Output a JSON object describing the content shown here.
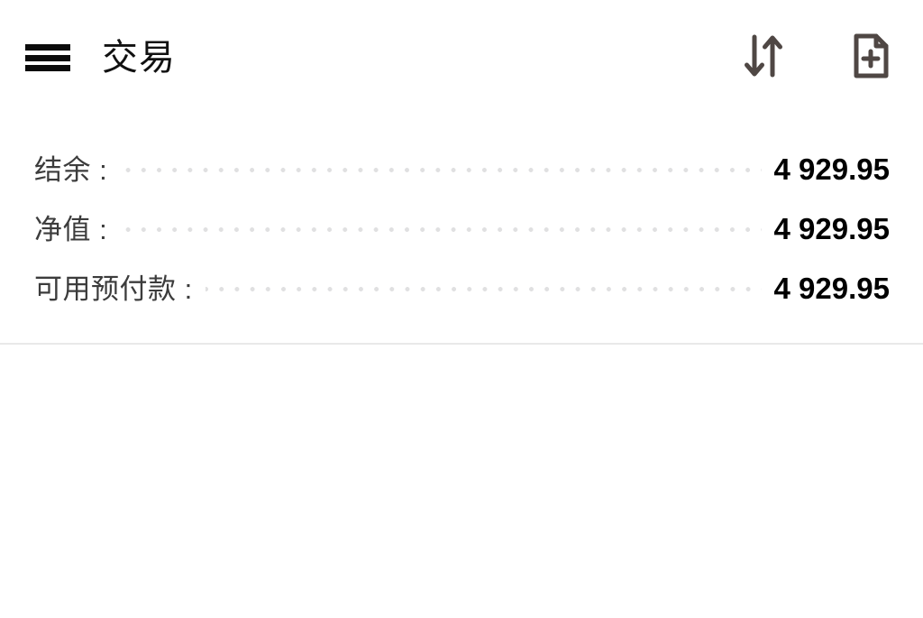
{
  "app": {
    "title": "交易",
    "background_color": "#ffffff"
  },
  "toolbar": {
    "menu_icon": "hamburger-menu-icon",
    "sort_icon": "sort-up-down-icon",
    "new_document_icon": "document-plus-icon",
    "icon_color": "#4f4744"
  },
  "summary": {
    "rows": [
      {
        "label": "结余 :",
        "value": "4 929.95"
      },
      {
        "label": "净值 :",
        "value": "4 929.95"
      },
      {
        "label": "可用预付款 :",
        "value": "4 929.95"
      }
    ],
    "label_color": "#3c3c3c",
    "value_color": "#000000",
    "leader_dot_color": "#e0e0e1"
  },
  "divider": {
    "color": "#e9e9e9"
  },
  "content": {
    "empty": ""
  }
}
